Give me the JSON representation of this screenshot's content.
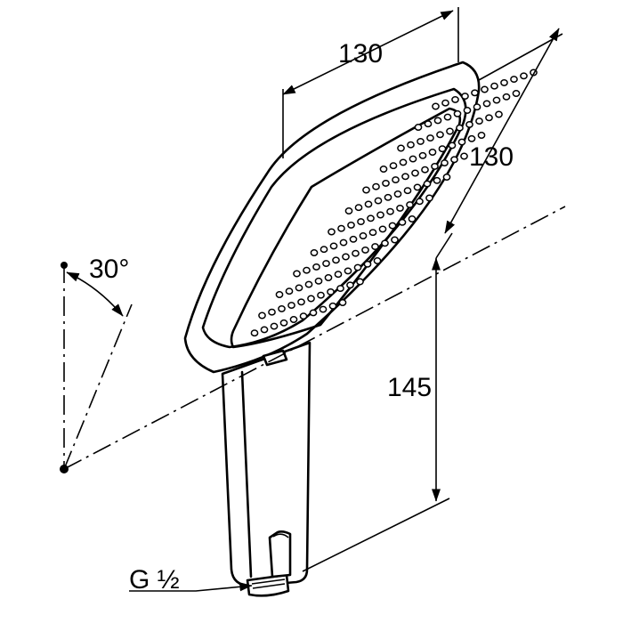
{
  "dimensions": {
    "width_top": "130",
    "width_diagonal": "130",
    "height_handle": "145",
    "angle": "30°",
    "thread": "G ½"
  },
  "colors": {
    "line": "#000000",
    "background": "#ffffff"
  }
}
